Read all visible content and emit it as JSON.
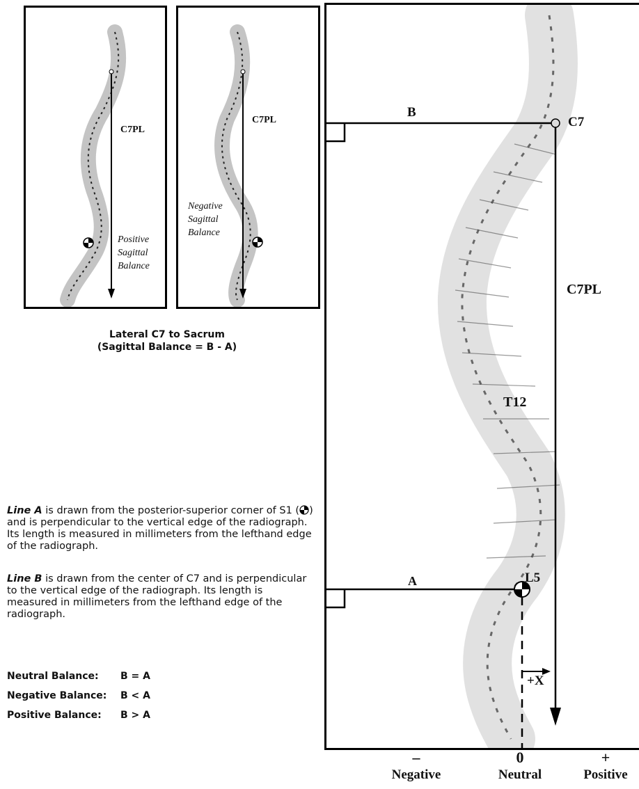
{
  "small_panels": [
    {
      "c7pl_label": "C7PL",
      "balance_label": [
        "Positive",
        "Sagittal",
        "Balance"
      ]
    },
    {
      "c7pl_label": "C7PL",
      "balance_label": [
        "Negative",
        "Sagittal",
        "Balance"
      ]
    }
  ],
  "caption": {
    "line1": "Lateral C7 to Sacrum",
    "line2": "(Sagittal Balance = B - A)"
  },
  "line_a_text": {
    "term": "Line A",
    "p1": " is drawn from the posterior-superior corner of S1 (",
    "p2": ") and is perpendicular to the vertical edge of the radiograph. Its length is measured in millimeters from the lefthand edge of the radiograph."
  },
  "line_b_text": {
    "term": "Line B",
    "rest": " is drawn from the center of C7 and is perpendicular to the vertical edge of the radiograph. Its length is measured in millimeters from the lefthand edge of the radiograph."
  },
  "balance_rules": [
    {
      "label": "Neutral Balance:",
      "rule": "B = A"
    },
    {
      "label": "Negative Balance:",
      "rule": "B < A"
    },
    {
      "label": "Positive Balance:",
      "rule": "B > A"
    }
  ],
  "main_panel": {
    "line_b_label": "B",
    "c7_label": "C7",
    "c7pl_label": "C7PL",
    "t12_label": "T12",
    "line_a_label": "A",
    "l5_label": "L5",
    "offset_label": "+X"
  },
  "axis": {
    "ticks": [
      {
        "symbol": "–",
        "word": "Negative"
      },
      {
        "symbol": "0",
        "word": "Neutral"
      },
      {
        "symbol": "+",
        "word": "Positive"
      }
    ]
  }
}
